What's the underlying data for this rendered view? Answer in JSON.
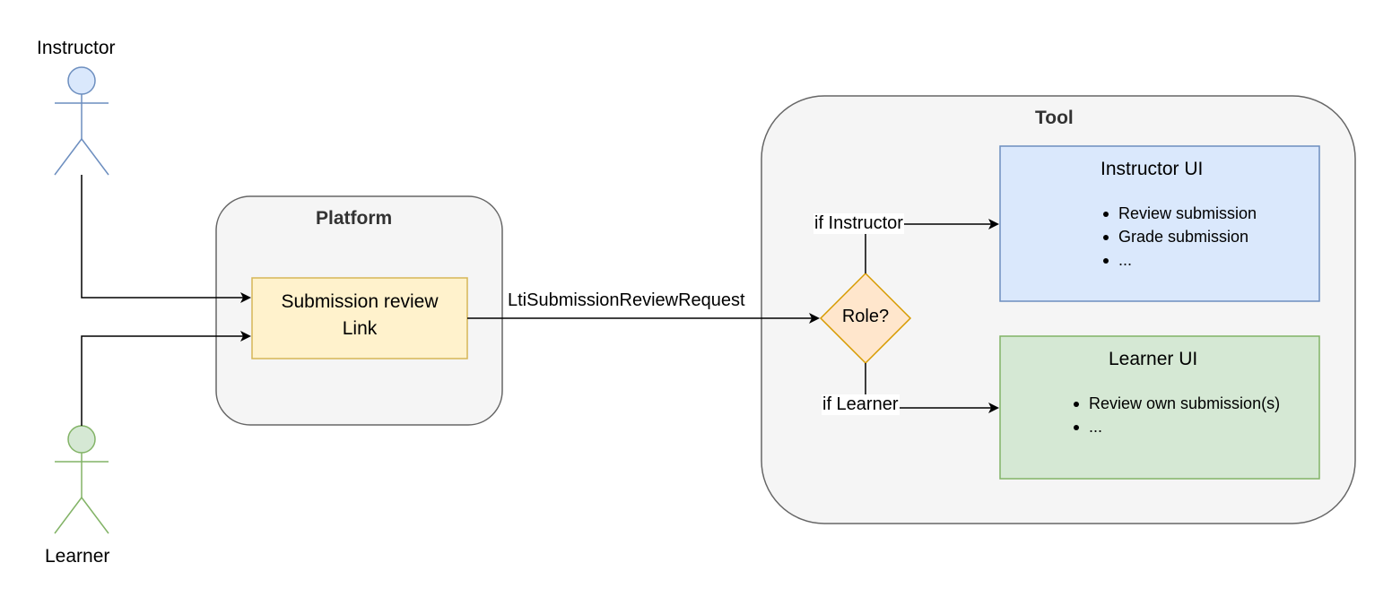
{
  "actors": {
    "instructor": {
      "label": "Instructor"
    },
    "learner": {
      "label": "Learner"
    }
  },
  "platform": {
    "title": "Platform",
    "link_line1": "Submission review",
    "link_line2": "Link"
  },
  "request_label": "LtiSubmissionReviewRequest",
  "tool": {
    "title": "Tool",
    "decision": "Role?",
    "if_instructor": "if Instructor",
    "if_learner": "if Learner",
    "instructor_ui": {
      "title": "Instructor UI",
      "items": [
        "Review submission",
        "Grade submission",
        "..."
      ]
    },
    "learner_ui": {
      "title": "Learner UI",
      "items": [
        "Review own submission(s)",
        "..."
      ]
    }
  },
  "colors": {
    "instructor_fill": "#dae8fc",
    "instructor_stroke": "#6c8ebf",
    "learner_fill": "#d5e8d4",
    "learner_stroke": "#82b366",
    "link_fill": "#fff2cc",
    "link_stroke": "#d6b656",
    "decision_fill": "#ffe6cc",
    "decision_stroke": "#d79b00",
    "group_fill": "#f5f5f5",
    "group_stroke": "#666666"
  }
}
